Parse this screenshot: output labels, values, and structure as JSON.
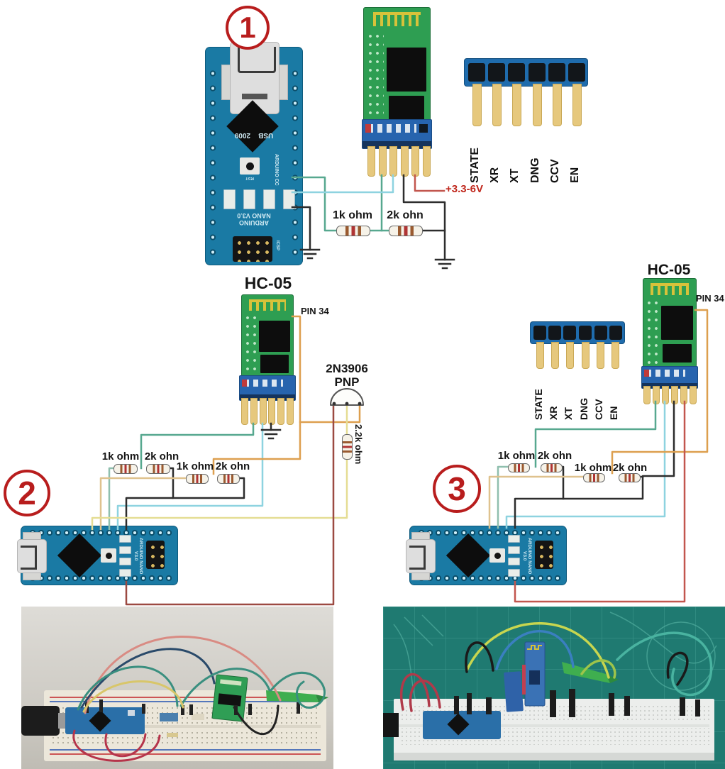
{
  "badges": {
    "one": "1",
    "two": "2",
    "three": "3"
  },
  "header_pins": [
    "STATE",
    "XR",
    "XT",
    "DNG",
    "CCV",
    "EN"
  ],
  "diagram1": {
    "power_label": "+3.3-6V",
    "resistor1": "1k ohm",
    "resistor2": "2k ohn"
  },
  "diagram2": {
    "title": "HC-05",
    "pin_label": "PIN 34",
    "transistor_part": "2N3906",
    "transistor_type": "PNP",
    "resistor1": "1k ohm",
    "resistor2": "2k ohn",
    "resistor3": "1k ohm",
    "resistor4": "2k ohn",
    "resistor_vertical": "2.2k ohm"
  },
  "diagram3": {
    "title": "HC-05",
    "pin_label": "PIN 34",
    "resistor1": "1k ohm",
    "resistor2": "2k ohn",
    "resistor3": "1k ohm",
    "resistor4": "2k ohn"
  },
  "arduino_silk": {
    "usb": "USB",
    "year": "2009",
    "cc": "ARDUINO CC",
    "brand": "ARDUINO NANO V3.0",
    "icsp": "ICSP",
    "rst": "RST"
  },
  "colors": {
    "badge_red": "#b81d1d",
    "board_blue": "#1a7aa4",
    "pcb_green": "#2e9e52",
    "carrier_blue": "#2764ae",
    "pin_gold": "#e6c87d",
    "wire_teal": "#57a88f",
    "wire_cyan": "#8ed3e0",
    "wire_black": "#2d2d2d",
    "wire_red": "#c2564e",
    "wire_maroon": "#9c4a42",
    "wire_orange": "#dd9f4f",
    "wire_tan": "#dfc28e",
    "wire_yellow": "#e5dd94",
    "label_red": "#c0271c"
  }
}
